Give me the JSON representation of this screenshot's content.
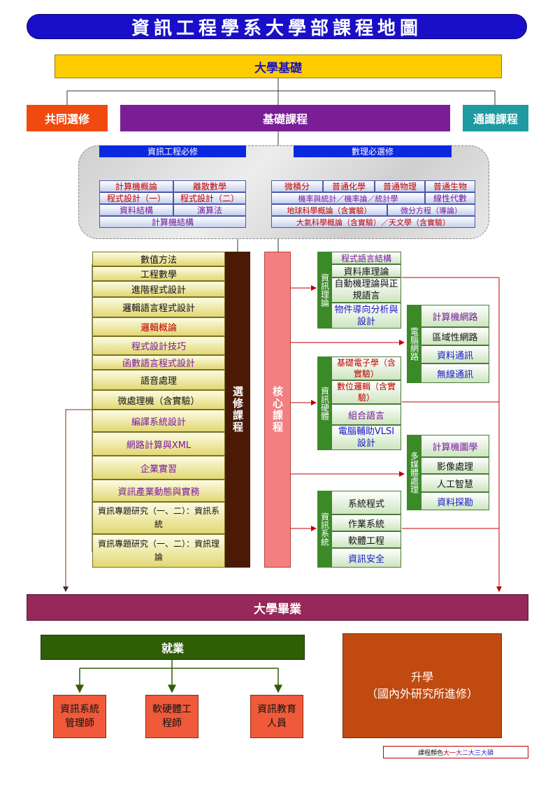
{
  "title": "資訊工程學系大學部課程地圖",
  "foundation": "大學基礎",
  "top_categories": {
    "common": "共同選修",
    "basic": "基礎課程",
    "general": "通識課程"
  },
  "required": {
    "cs_header": "資訊工程必修",
    "math_header": "數理必選修",
    "cs_courses": [
      "計算機概論",
      "離散數學",
      "程式設計（一）",
      "程式設計（二）",
      "資料結構",
      "演算法",
      "計算機結構"
    ],
    "math_courses": [
      "微積分",
      "普通化學",
      "普通物理",
      "普通生物",
      "機率與統計／機率論／統計學",
      "線性代數",
      "地球科學概論（含實驗）",
      "微分方程（導論）",
      "大氣科學概論（含實驗）／天文學（含實驗）"
    ]
  },
  "electives": {
    "label": "選修課程",
    "courses": [
      "數值方法",
      "工程數學",
      "進階程式設計",
      "邏輯語言程式設計",
      "邏輯概論",
      "程式設計技巧",
      "函數語言程式設計",
      "語音處理",
      "微處理機（含實驗）",
      "編譯系統設計",
      "網路計算與XML",
      "企業實習",
      "資訊產業動態與實務",
      "資訊專題研究（一、二）：資訊系統",
      "資訊專題研究（一、二）：資訊理論"
    ]
  },
  "core": {
    "label": "核心課程",
    "groups": {
      "theory": {
        "label": "資訊理論",
        "courses": [
          "程式語言結構",
          "資料庫理論",
          "自動機理論與正規語言",
          "物件導向分析與設計"
        ]
      },
      "network": {
        "label": "電腦網路",
        "courses": [
          "計算機網路",
          "區域性網路",
          "資料通訊",
          "無線通訊"
        ]
      },
      "hardware": {
        "label": "資訊硬體",
        "courses": [
          "基礎電子學（含實驗）",
          "數位邏輯（含實驗）",
          "組合語言",
          "電腦輔助VLSI設計"
        ]
      },
      "multimedia": {
        "label": "多媒體處理",
        "courses": [
          "計算機圖學",
          "影像處理",
          "人工智慧",
          "資料探勘"
        ]
      },
      "systems": {
        "label": "資訊系統",
        "courses": [
          "系統程式",
          "作業系統",
          "軟體工程",
          "資訊安全"
        ]
      }
    }
  },
  "graduation": "大學畢業",
  "employment": "就業",
  "careers": [
    "資訊系統管理師",
    "軟硬體工程師",
    "資訊教育人員"
  ],
  "further_study": {
    "title": "升學",
    "subtitle": "（國內外研究所進修）"
  },
  "legend": {
    "prefix": "課程顏色",
    "year1": "大一",
    "year2": "大二",
    "year3": "大三大碩"
  },
  "colors": {
    "year1": "#c00000",
    "year2": "#7a1a9e",
    "year3": "#1a18c8"
  }
}
